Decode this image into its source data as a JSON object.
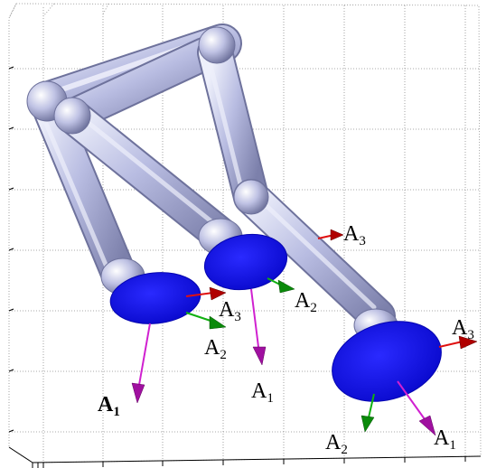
{
  "figure": {
    "frames": [
      {
        "id": "upper-right",
        "labels": [
          {
            "letter": "A",
            "sub": "3"
          }
        ]
      },
      {
        "id": "left-disc",
        "labels": [
          {
            "letter": "A",
            "sub": "3"
          },
          {
            "letter": "A",
            "sub": "2"
          },
          {
            "letter": "A",
            "sub": "1",
            "bold": true
          }
        ]
      },
      {
        "id": "middle-disc",
        "labels": [
          {
            "letter": "A",
            "sub": "2"
          },
          {
            "letter": "A",
            "sub": "1"
          }
        ]
      },
      {
        "id": "right-disc",
        "labels": [
          {
            "letter": "A",
            "sub": "3"
          },
          {
            "letter": "A",
            "sub": "2"
          },
          {
            "letter": "A",
            "sub": "1"
          }
        ]
      }
    ],
    "colors": {
      "link": "#b8bce0",
      "link_dark": "#7a7ea8",
      "link_light": "#e8eaf8",
      "disc": "#1a1af0",
      "disc_dark": "#0a0ab0",
      "axis_a1": "#d020d0",
      "axis_a2": "#10b010",
      "axis_a3": "#e01010",
      "grid": "#9a9a9a"
    },
    "icons": {
      "arrowhead": "cone-arrowhead"
    }
  }
}
